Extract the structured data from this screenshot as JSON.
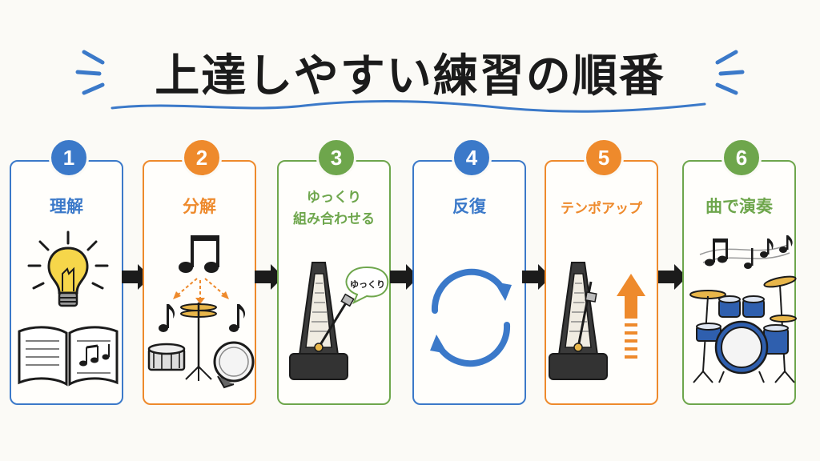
{
  "title": "上達しやすい練習の順番",
  "colors": {
    "blue": "#3b79c9",
    "orange": "#ee8a2c",
    "green": "#6ea64c",
    "dark": "#1b1b1b"
  },
  "steps": [
    {
      "number": "1",
      "label_lines": [
        "理解"
      ],
      "color": "blue",
      "icon": "lightbulb-book-icon"
    },
    {
      "number": "2",
      "label_lines": [
        "分解"
      ],
      "color": "orange",
      "icon": "drum-parts-icon"
    },
    {
      "number": "3",
      "label_lines": [
        "ゆっくり",
        "組み合わせる"
      ],
      "color": "green",
      "icon": "metronome-slow-icon",
      "bubble": "ゆっくり"
    },
    {
      "number": "4",
      "label_lines": [
        "反復"
      ],
      "color": "blue",
      "icon": "repeat-cycle-icon"
    },
    {
      "number": "5",
      "label_lines": [
        "テンポアップ"
      ],
      "color": "orange",
      "icon": "metronome-up-icon"
    },
    {
      "number": "6",
      "label_lines": [
        "曲で演奏"
      ],
      "color": "green",
      "icon": "drum-kit-icon"
    }
  ]
}
